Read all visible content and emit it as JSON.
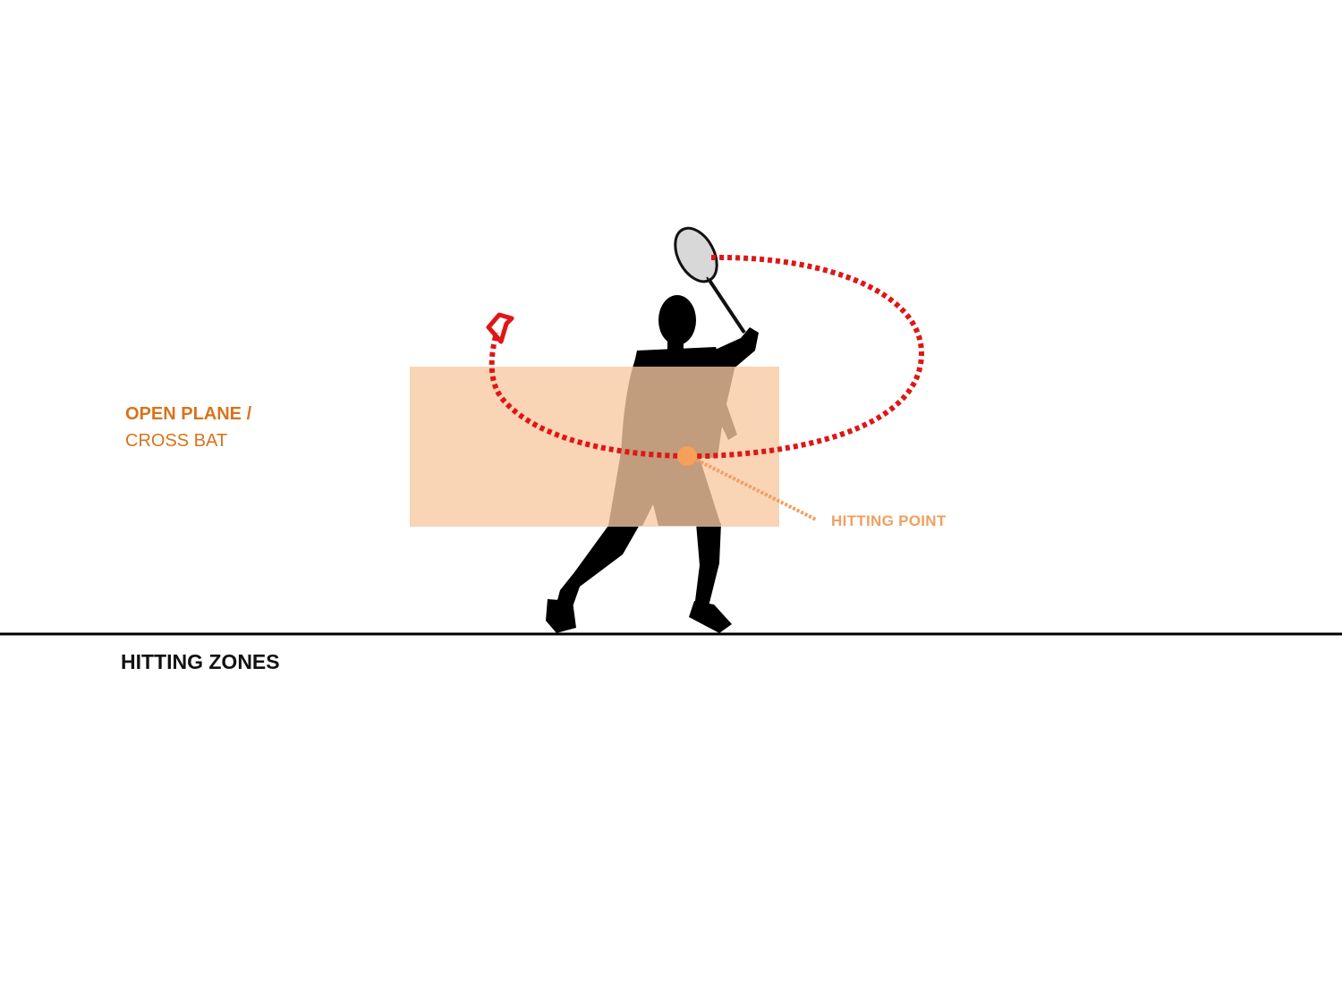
{
  "labels": {
    "plane_title": "OPEN PLANE /",
    "plane_subtitle": "CROSS BAT",
    "hitting_point": "HITTING  POINT",
    "zones_title": "HITTING ZONES"
  },
  "colors": {
    "zone_fill": "#f7c8a0",
    "swing_path": "#e01616",
    "ball": "#f7a05a",
    "leader_line": "#f0a060",
    "label_orange": "#d8731c",
    "ground": "#000000",
    "silhouette": "#000000"
  },
  "icons": {
    "player": "squash-player-silhouette-icon",
    "racket": "squash-racket-icon",
    "ball": "ball-icon",
    "arrow": "arrowhead-icon"
  }
}
